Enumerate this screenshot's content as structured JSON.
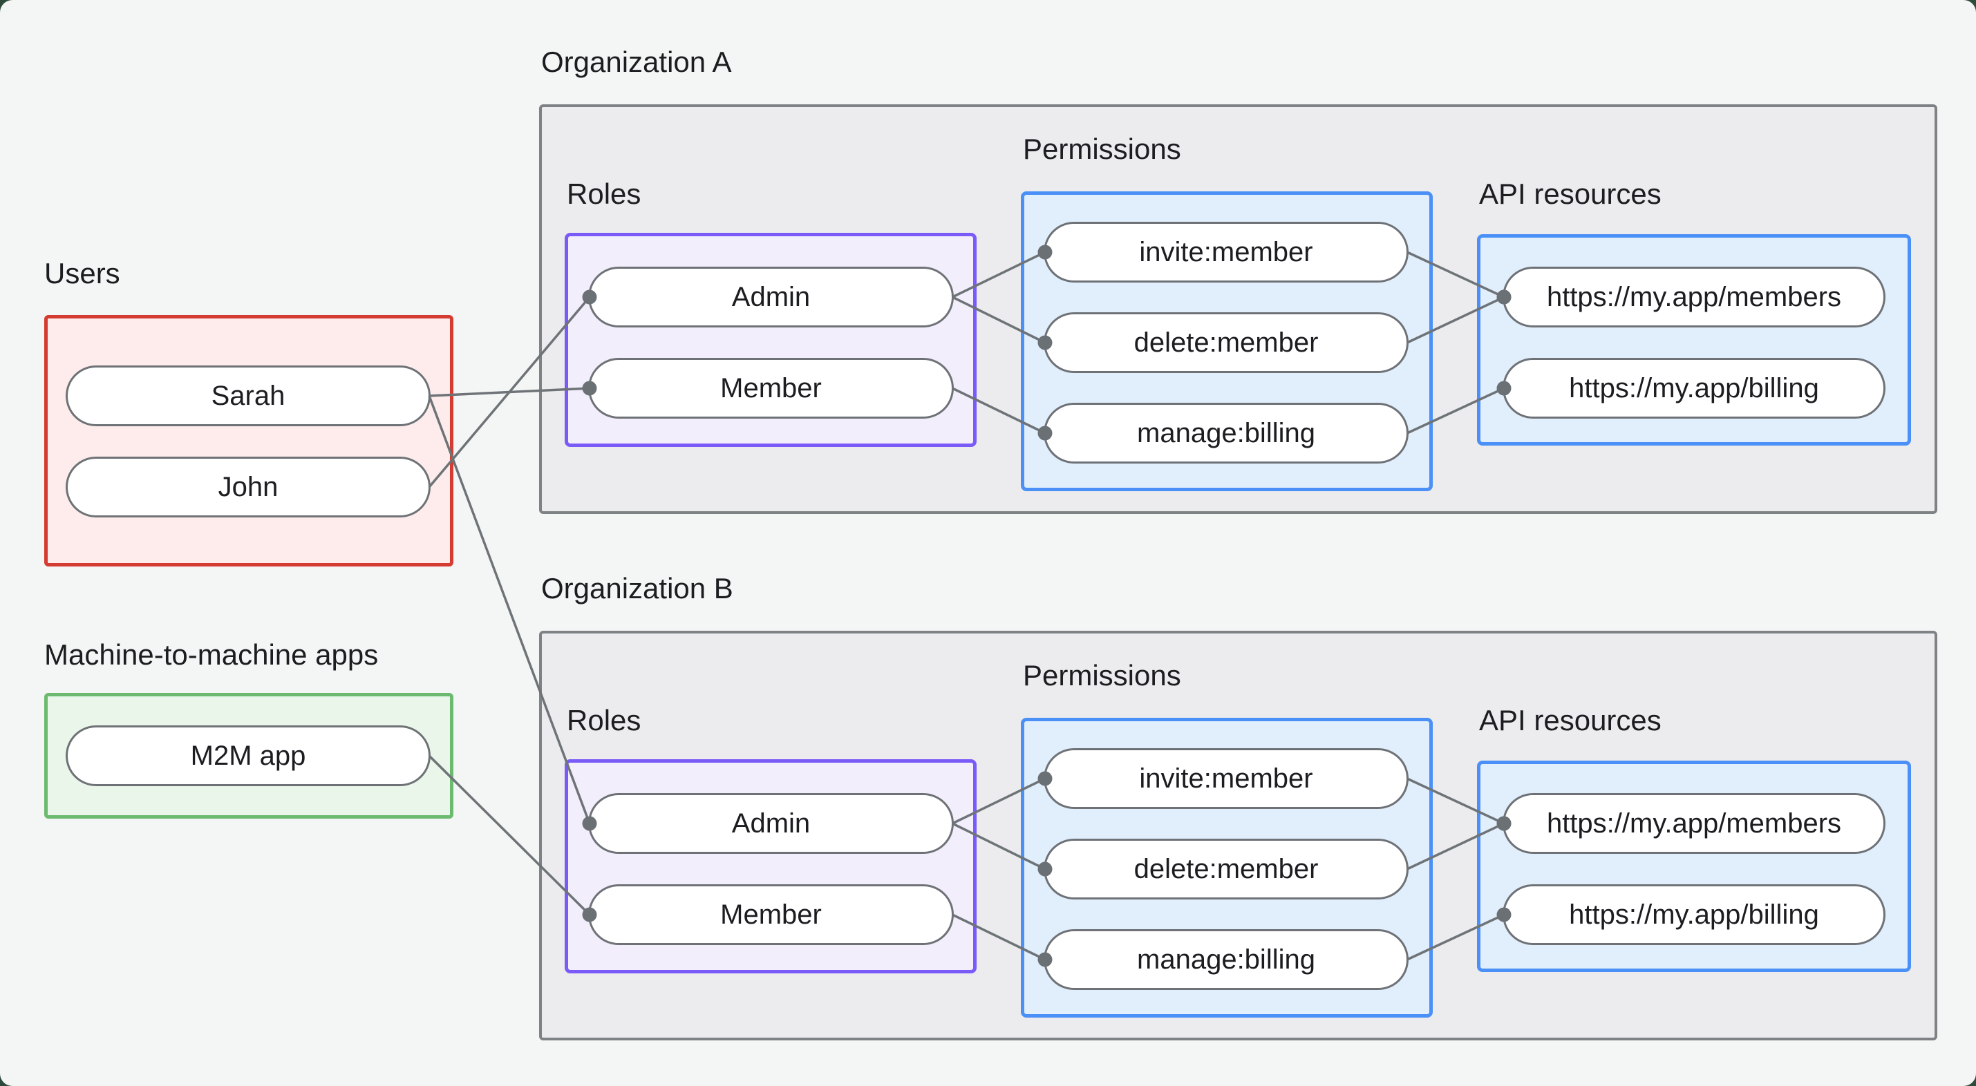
{
  "colors": {
    "page_bg": "#f4f6f5",
    "corner_bg": "#2d4b3a",
    "org_box_fill": "#ececee",
    "org_box_border": "#7e8285",
    "users_fill": "#fdeceb",
    "users_border": "#d53c31",
    "m2m_fill": "#eaf6ea",
    "m2m_border": "#6cba70",
    "roles_fill": "#f2eefc",
    "roles_border": "#7b5bf7",
    "perm_fill": "#e1eefc",
    "perm_border": "#4b90f6",
    "pill_fill": "#ffffff",
    "pill_border": "#6e7276",
    "line": "#6e7377",
    "dot": "#6b7075",
    "text": "#1b1d20"
  },
  "users": {
    "label": "Users",
    "items": [
      {
        "id": "sarah",
        "label": "Sarah"
      },
      {
        "id": "john",
        "label": "John"
      }
    ]
  },
  "m2m": {
    "label": "Machine-to-machine apps",
    "items": [
      {
        "id": "m2m",
        "label": "M2M app"
      }
    ]
  },
  "orgs": [
    {
      "title": "Organization A",
      "roles": {
        "label": "Roles",
        "items": [
          {
            "id": "orgA-admin",
            "label": "Admin"
          },
          {
            "id": "orgA-member",
            "label": "Member"
          }
        ]
      },
      "permissions": {
        "label": "Permissions",
        "items": [
          {
            "id": "orgA-invite",
            "label": "invite:member"
          },
          {
            "id": "orgA-delete",
            "label": "delete:member"
          },
          {
            "id": "orgA-manage",
            "label": "manage:billing"
          }
        ]
      },
      "api_resources": {
        "label": "API resources",
        "items": [
          {
            "id": "orgA-members",
            "label": "https://my.app/members"
          },
          {
            "id": "orgA-billing",
            "label": "https://my.app/billing"
          }
        ]
      }
    },
    {
      "title": "Organization B",
      "roles": {
        "label": "Roles",
        "items": [
          {
            "id": "orgB-admin",
            "label": "Admin"
          },
          {
            "id": "orgB-member",
            "label": "Member"
          }
        ]
      },
      "permissions": {
        "label": "Permissions",
        "items": [
          {
            "id": "orgB-invite",
            "label": "invite:member"
          },
          {
            "id": "orgB-delete",
            "label": "delete:member"
          },
          {
            "id": "orgB-manage",
            "label": "manage:billing"
          }
        ]
      },
      "api_resources": {
        "label": "API resources",
        "items": [
          {
            "id": "orgB-members",
            "label": "https://my.app/members"
          },
          {
            "id": "orgB-billing",
            "label": "https://my.app/billing"
          }
        ]
      }
    }
  ],
  "connections": [
    {
      "from": "sarah",
      "to": "orgA-member"
    },
    {
      "from": "john",
      "to": "orgA-admin"
    },
    {
      "from": "sarah",
      "to": "orgB-admin"
    },
    {
      "from": "m2m",
      "to": "orgB-member"
    },
    {
      "from": "orgA-admin",
      "to": "orgA-invite"
    },
    {
      "from": "orgA-admin",
      "to": "orgA-delete"
    },
    {
      "from": "orgA-member",
      "to": "orgA-manage"
    },
    {
      "from": "orgA-invite",
      "to": "orgA-members"
    },
    {
      "from": "orgA-delete",
      "to": "orgA-members"
    },
    {
      "from": "orgA-manage",
      "to": "orgA-billing"
    },
    {
      "from": "orgB-admin",
      "to": "orgB-invite"
    },
    {
      "from": "orgB-admin",
      "to": "orgB-delete"
    },
    {
      "from": "orgB-member",
      "to": "orgB-manage"
    },
    {
      "from": "orgB-invite",
      "to": "orgB-members"
    },
    {
      "from": "orgB-delete",
      "to": "orgB-members"
    },
    {
      "from": "orgB-manage",
      "to": "orgB-billing"
    }
  ]
}
